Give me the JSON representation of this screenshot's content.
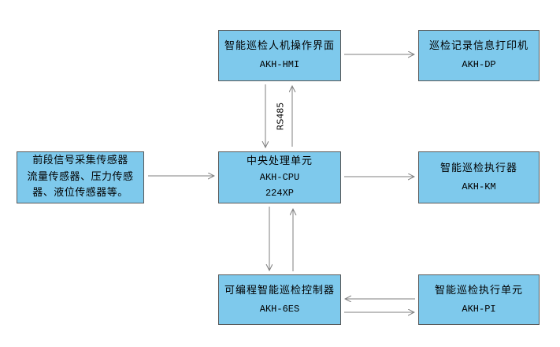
{
  "colors": {
    "box_fill": "#7ec9ec",
    "box_border": "#595959",
    "arrow": "#7f7f7f",
    "text": "#000000",
    "bg": "#ffffff"
  },
  "bus_label": "RS485",
  "nodes": {
    "sensors": {
      "line1": "前段信号采集传感器",
      "line2": "流量传感器、压力传感",
      "line3": "器、液位传感器等。"
    },
    "hmi": {
      "title": "智能巡检人机操作界面",
      "model": "AKH-HMI"
    },
    "printer": {
      "title": "巡检记录信息打印机",
      "model": "AKH-DP"
    },
    "cpu": {
      "title": "中央处理单元",
      "model": "AKH-CPU",
      "model2": "224XP"
    },
    "actuator": {
      "title": "智能巡检执行器",
      "model": "AKH-KM"
    },
    "plc": {
      "title": "可编程智能巡检控制器",
      "model": "AKH-6ES"
    },
    "unit": {
      "title": "智能巡检执行单元",
      "model": "AKH-PI"
    }
  }
}
